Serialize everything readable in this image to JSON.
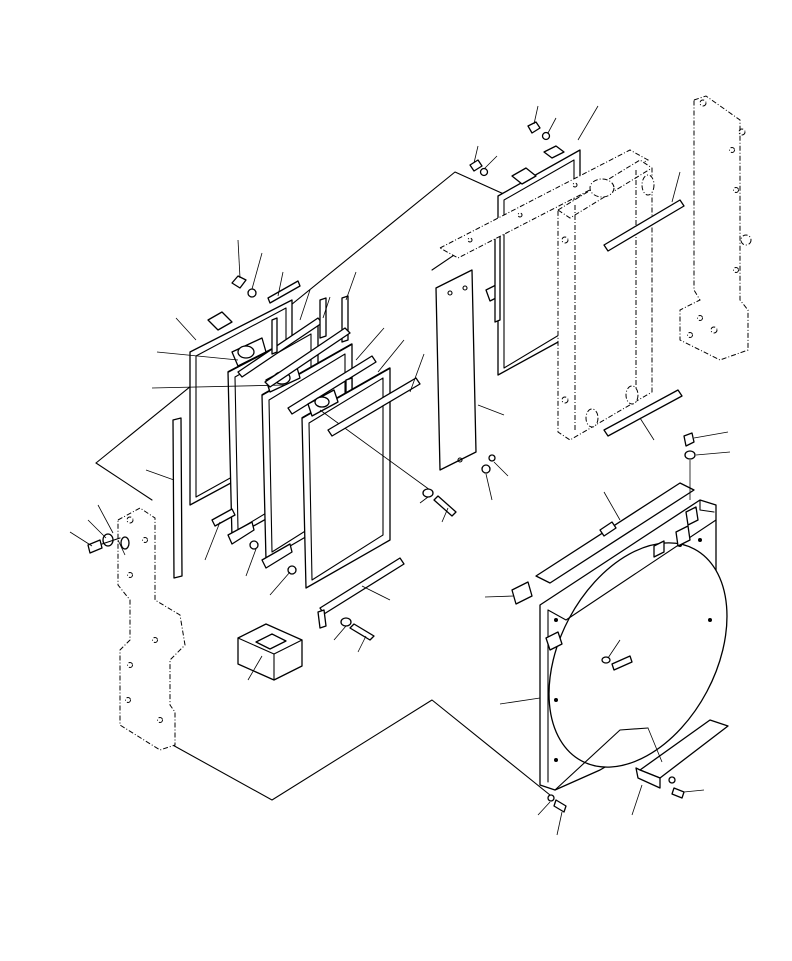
{
  "diagram": {
    "parts": [
      {
        "id": "radiator-core-rear"
      },
      {
        "id": "oil-cooler-core"
      },
      {
        "id": "aftercooler-core"
      },
      {
        "id": "condenser-core"
      },
      {
        "id": "left-side-bracket"
      },
      {
        "id": "right-side-bracket"
      },
      {
        "id": "top-plate"
      },
      {
        "id": "fan-shroud"
      },
      {
        "id": "shroud-cover"
      },
      {
        "id": "seal-strips"
      },
      {
        "id": "rubber-mounts"
      },
      {
        "id": "bolts-and-washers"
      }
    ]
  }
}
